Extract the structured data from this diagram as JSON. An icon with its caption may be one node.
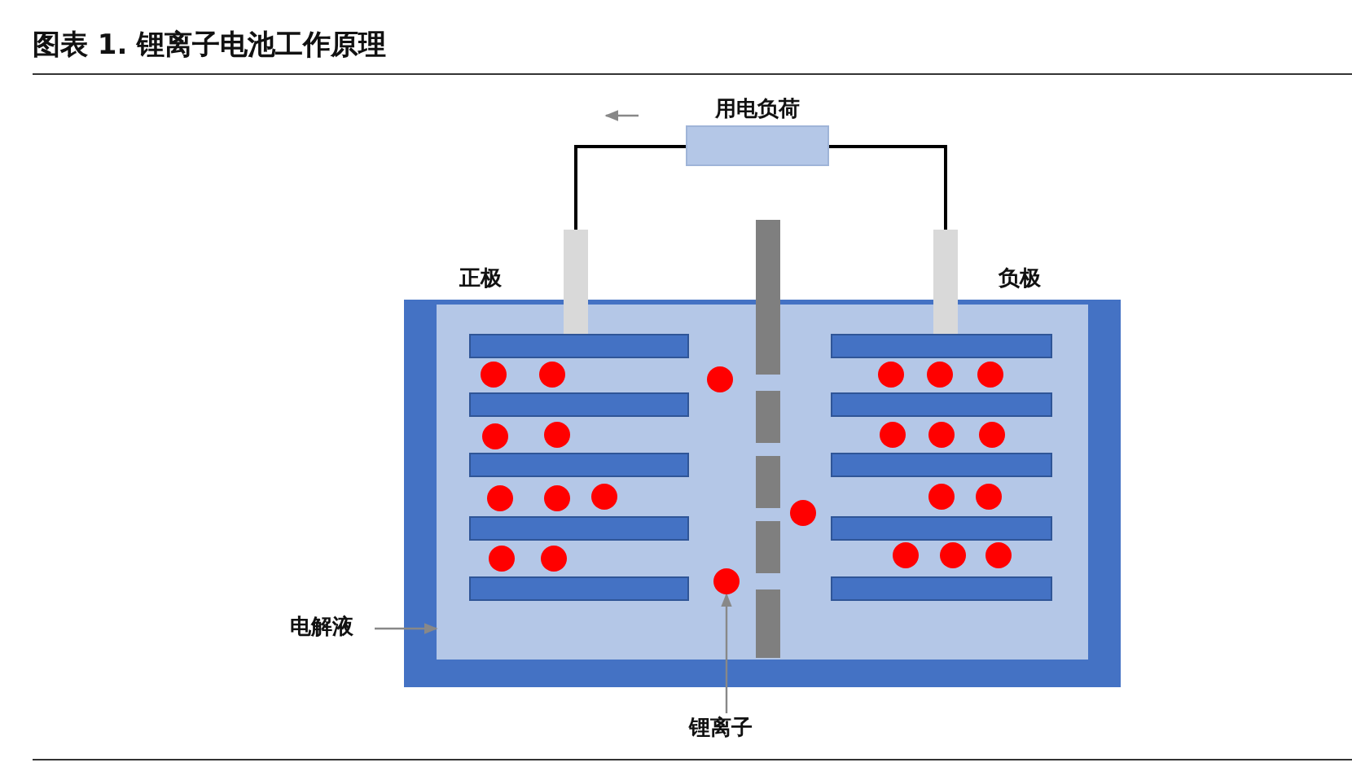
{
  "diagram": {
    "title": "图表 1. 锂离子电池工作原理",
    "nodes": [
      {
        "text": [
          "用电负荷"
        ]
      },
      {
        "text": [],
        "shape": "bar"
      },
      {
        "text": [],
        "shape": "bar"
      },
      {
        "text": [
          "电解液"
        ]
      },
      {
        "text": [],
        "shape": "box"
      },
      {
        "text": [
          "锂离子"
        ]
      },
      {
        "text": [],
        "shape": "circle",
        "in": 4
      }
    ],
    "edges": [
      {
        "from": 0,
        "to": 1,
        "arrow": "none"
      },
      {
        "from": 0,
        "to": 2,
        "arrow": "none"
      },
      {
        "from": 3,
        "to": 4,
        "arrow": "to",
        "color": "#888888"
      },
      {
        "from": 5,
        "to": 6,
        "arrow": "to",
        "color": "#888888"
      }
    ],
    "labels": [
      "正极",
      "负极"
    ]
  }
}
